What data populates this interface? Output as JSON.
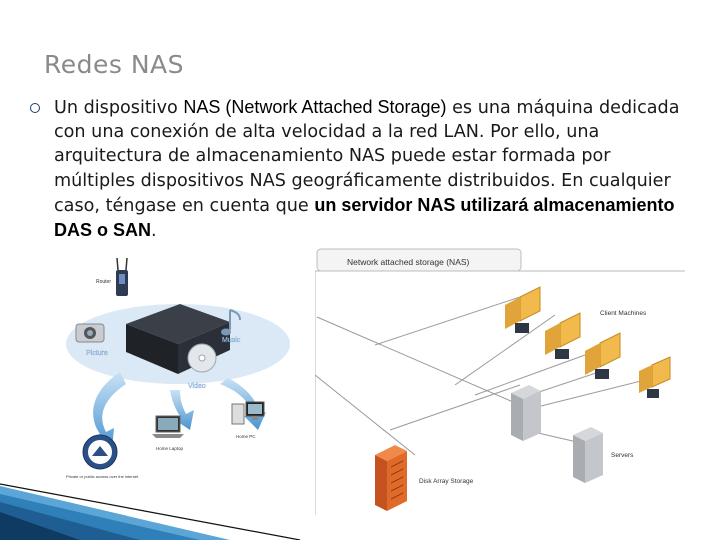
{
  "slide": {
    "title": "Redes NAS",
    "paragraph": {
      "p1": "Un dispositivo ",
      "nas_term": "NAS (Network Attached Storage)",
      "p2": " es una máquina dedicada con una conexión de alta velocidad a la red LAN. Por ello, una arquitectura de almacenamiento NAS puede estar formada por múltiples dispositivos NAS geográficamente distribuidos. En cualquier caso, téngase en cuenta que ",
      "emphasis": "un servidor NAS utilizará almacenamiento DAS o SAN",
      "p3": "."
    }
  },
  "figure_left": {
    "router": "Router",
    "picture": "Picture",
    "music": "Music",
    "video": "Video",
    "home_laptop": "Home Laptop",
    "home_pc": "Home PC",
    "public_access": "Private or public access over the internet"
  },
  "figure_right": {
    "title": "Network attached storage (NAS)",
    "client_machines": "Client Machines",
    "servers": "Servers",
    "disk_array": "Disk Array Storage"
  },
  "colors": {
    "title": "#8a8a8a",
    "accent": "#1c3f6e",
    "disk_array": "#e06a2a"
  }
}
